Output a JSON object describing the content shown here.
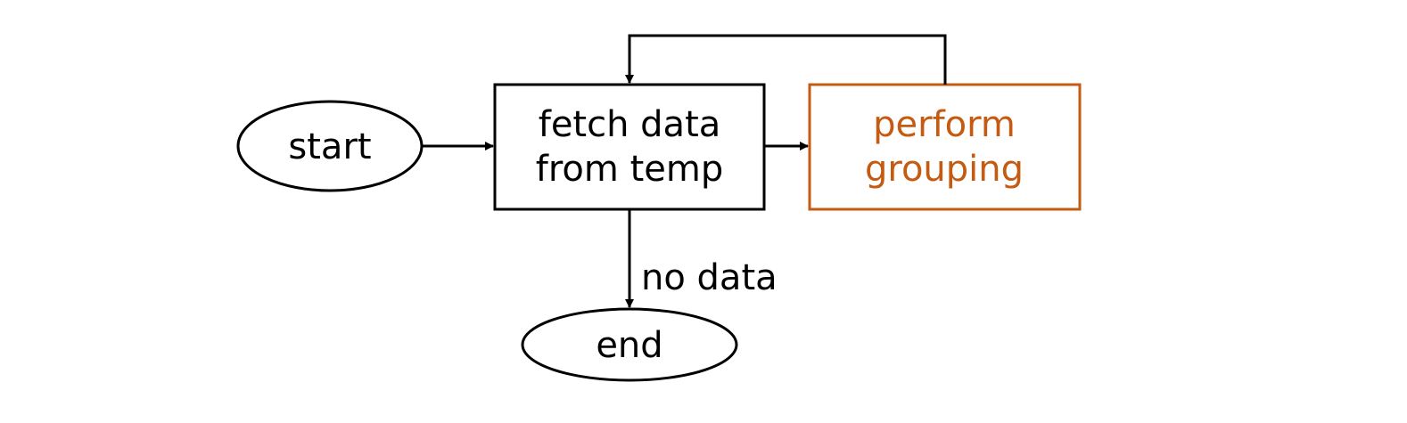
{
  "nodes": {
    "start": {
      "label": "start"
    },
    "fetch": {
      "line1": "fetch data",
      "line2": "from temp"
    },
    "grouping": {
      "line1": "perform",
      "line2": "grouping"
    },
    "end": {
      "label": "end"
    }
  },
  "edges": {
    "fetch_to_end": {
      "label": "no data"
    }
  },
  "colors": {
    "default_stroke": "#000000",
    "highlight": "#c55a11",
    "background": "#ffffff"
  }
}
